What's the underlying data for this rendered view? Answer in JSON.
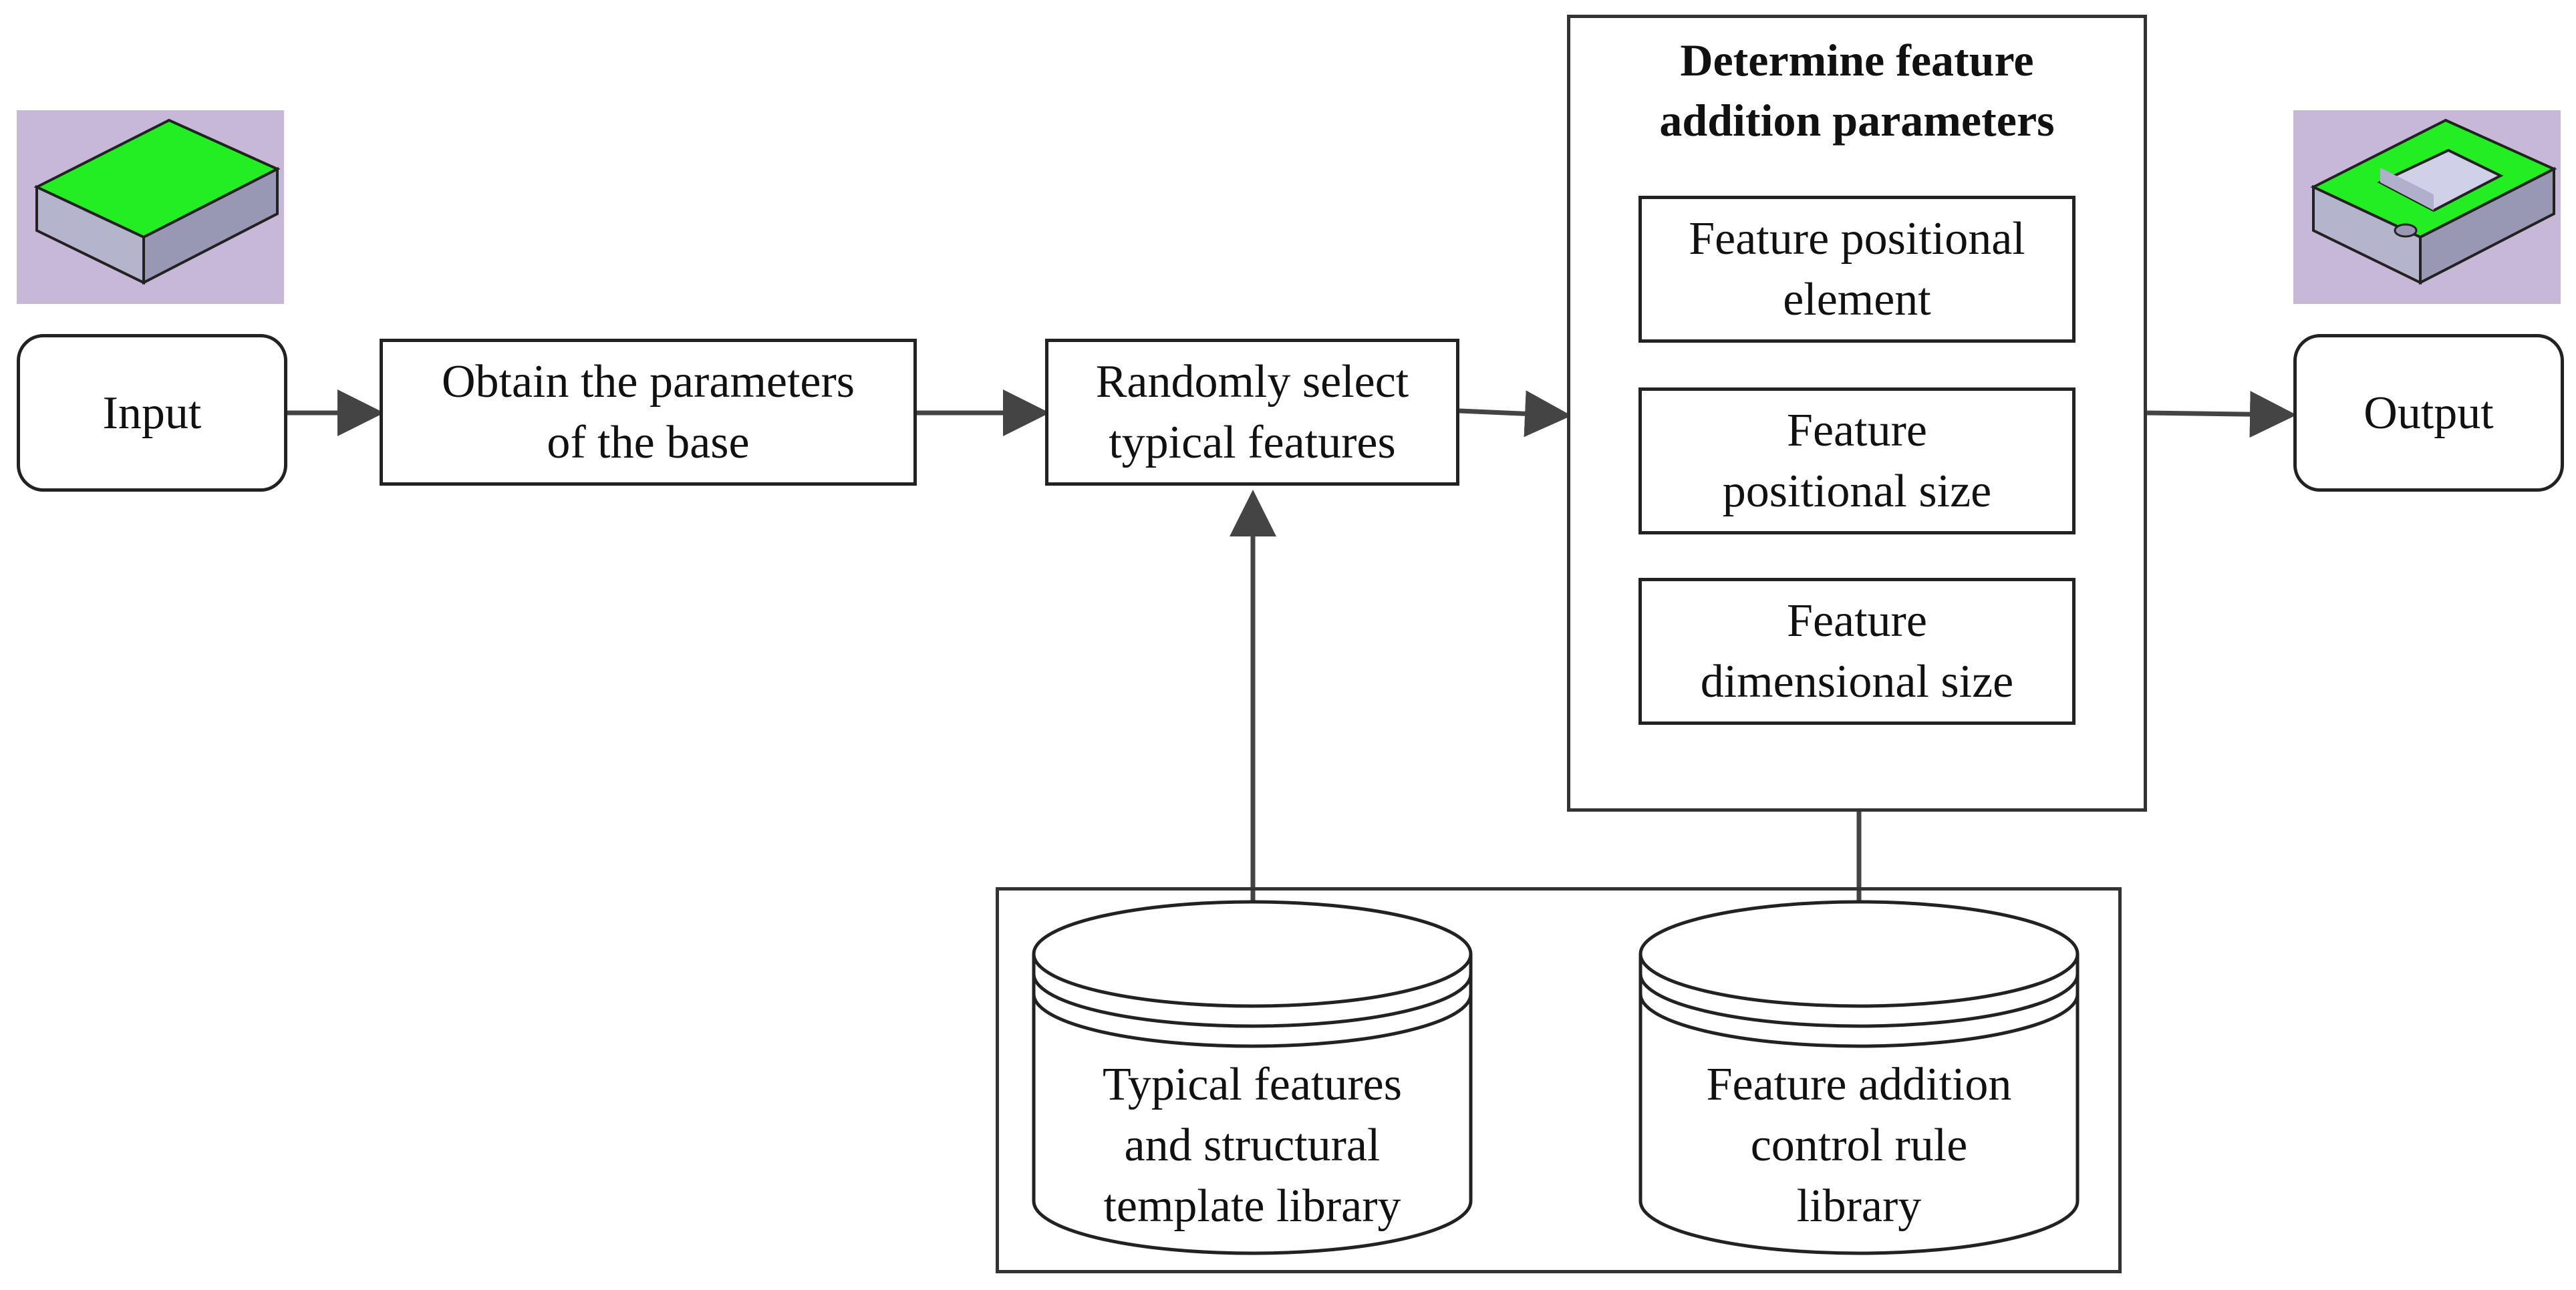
{
  "nodes": {
    "input": "Input",
    "obtain": [
      "Obtain the parameters",
      "of the base"
    ],
    "select": [
      "Randomly select",
      "typical features"
    ],
    "output": "Output"
  },
  "determine": {
    "title": [
      "Determine feature",
      "addition parameters"
    ],
    "positional_element": [
      "Feature positional",
      "element"
    ],
    "positional_size": [
      "Feature",
      "positional size"
    ],
    "dimensional_size": [
      "Feature",
      "dimensional size"
    ]
  },
  "libraries": {
    "template_library": [
      "Typical features",
      "and structural",
      "template library"
    ],
    "rule_library": [
      "Feature addition",
      "control rule",
      "library"
    ]
  },
  "colors": {
    "model_top": "#22ee22",
    "model_side": "#a8a8c8",
    "thumb_bg": "#c8b8d8",
    "stroke": "#222222",
    "arrow": "#444444"
  }
}
